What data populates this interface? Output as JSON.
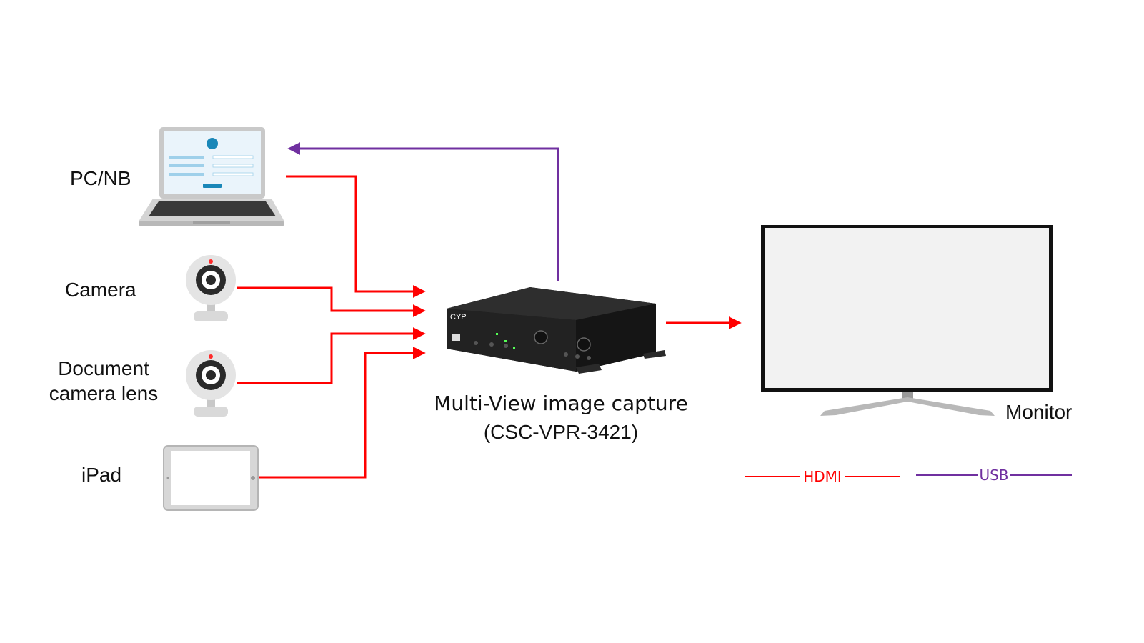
{
  "colors": {
    "hdmi": "#ff0000",
    "usb": "#7030a0",
    "device_body": "#1c1c1c",
    "screen": "#f2f2f2"
  },
  "sources": [
    {
      "label": "PC/NB",
      "icon": "laptop-icon"
    },
    {
      "label": "Camera",
      "icon": "webcam-icon"
    },
    {
      "label_line1": "Document",
      "label_line2": "camera lens",
      "icon": "webcam-icon"
    },
    {
      "label": "iPad",
      "icon": "tablet-icon"
    }
  ],
  "device": {
    "caption_line1": "Multi-View image capture",
    "caption_line2": "(CSC-VPR-3421)",
    "brand": "CYP",
    "icon": "capture-device-icon"
  },
  "monitor": {
    "label": "Monitor",
    "icon": "monitor-icon"
  },
  "legend": {
    "hdmi": "HDMI",
    "usb": "USB"
  }
}
